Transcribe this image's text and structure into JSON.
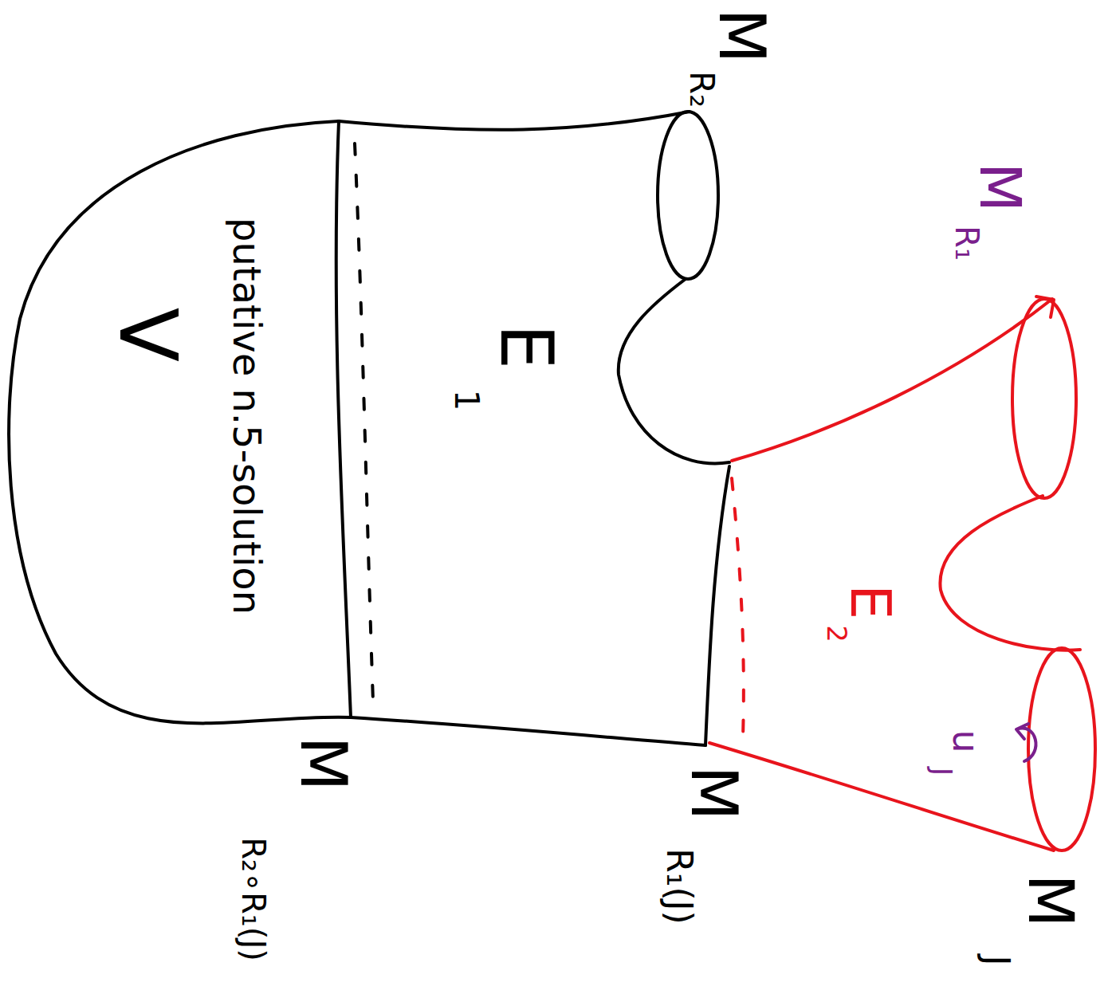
{
  "diagram": {
    "labels": [
      "M",
      "R₂",
      "M",
      "R₁",
      "E",
      "1",
      "E",
      "2",
      "u",
      "J",
      "putative n.5-solution",
      "V",
      "M",
      "R₁(J)",
      "M",
      "R₂∘R₁(J)",
      "M",
      "J"
    ]
  }
}
